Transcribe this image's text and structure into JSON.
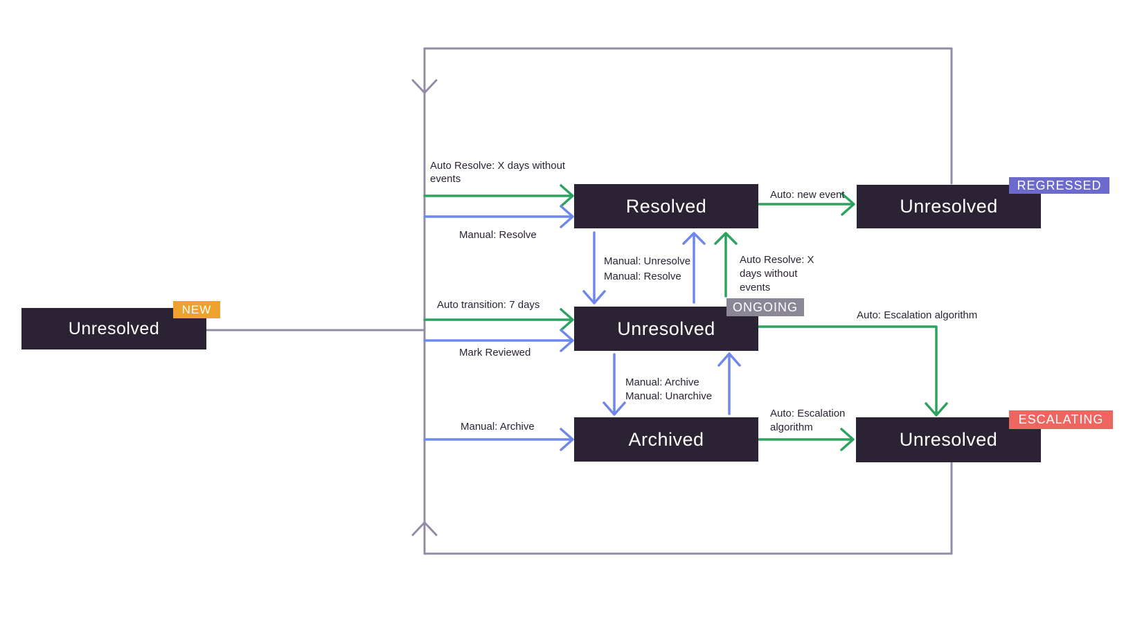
{
  "colors": {
    "background": "#FFFFFF",
    "node_background": "#2B2233",
    "node_text": "#FFFFFF",
    "auto_transition_arrow_green": "#2BA35F",
    "manual_transition_arrow_blue": "#6E87EA",
    "flow_loop_purple": "#948BA6",
    "label_text": "#2B2233",
    "badge_new": "#EEA22D",
    "badge_regressed": "#6C6BCD",
    "badge_ongoing": "#8B8797",
    "badge_escalating": "#ED6760"
  },
  "nodes": {
    "new": {
      "label": "Unresolved",
      "badge": "NEW"
    },
    "resolved": {
      "label": "Resolved"
    },
    "regressed": {
      "label": "Unresolved",
      "badge": "REGRESSED"
    },
    "ongoing": {
      "label": "Unresolved",
      "badge": "ONGOING"
    },
    "archived": {
      "label": "Archived"
    },
    "escalating": {
      "label": "Unresolved",
      "badge": "ESCALATING"
    }
  },
  "edge_labels": {
    "auto_resolve_top": "Auto Resolve: X days without\nevents",
    "manual_resolve_top": "Manual: Resolve",
    "auto_transition": "Auto transition: 7 days",
    "mark_reviewed": "Mark Reviewed",
    "manual_archive_left": "Manual: Archive",
    "manual_unresolve_resolve": "Manual: Unresolve\nManual: Resolve",
    "auto_resolve_mid": "Auto Resolve: X\ndays without\nevents",
    "auto_new_event": "Auto: new event",
    "auto_escalation_top": "Auto: Escalation algorithm",
    "auto_escalation_bottom": "Auto: Escalation\nalgorithm",
    "manual_archive_unarchive": "Manual: Archive\nManual: Unarchive"
  }
}
